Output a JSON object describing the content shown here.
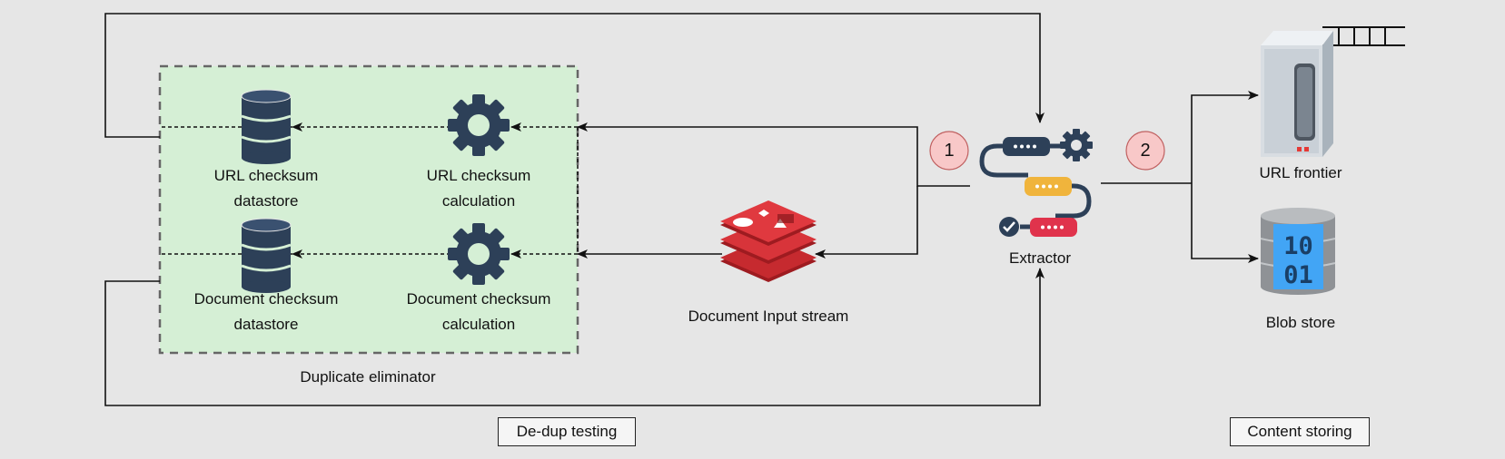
{
  "labels": {
    "url_datastore": "URL checksum\ndatastore",
    "url_calc": "URL checksum\ncalculation",
    "doc_datastore": "Document checksum\ndatastore",
    "doc_calc": "Document checksum\ncalculation",
    "duplicate_eliminator": "Duplicate eliminator",
    "doc_input_stream": "Document Input stream",
    "extractor": "Extractor",
    "url_frontier": "URL frontier",
    "blob_store": "Blob store",
    "dedup_testing": "De-dup testing",
    "content_storing": "Content storing",
    "blob_digits": [
      "10",
      "01"
    ]
  },
  "steps": [
    "1",
    "2"
  ],
  "colors": {
    "background": "#e6e6e6",
    "eliminator_fill": "#d5efd5",
    "icon_dark": "#2d4058",
    "redis_red": "#c62a2f",
    "step_fill": "#f8c8c8",
    "step_stroke": "#c06060",
    "pill_navy": "#2d4058",
    "pill_yellow": "#f0b43c",
    "pill_red": "#e0334c",
    "blob_blue": "#42a5f5"
  },
  "icons": [
    "database-icon",
    "gear-icon",
    "redis-stack-icon",
    "pipeline-icon",
    "server-icon",
    "queue-icon",
    "blob-storage-icon"
  ]
}
